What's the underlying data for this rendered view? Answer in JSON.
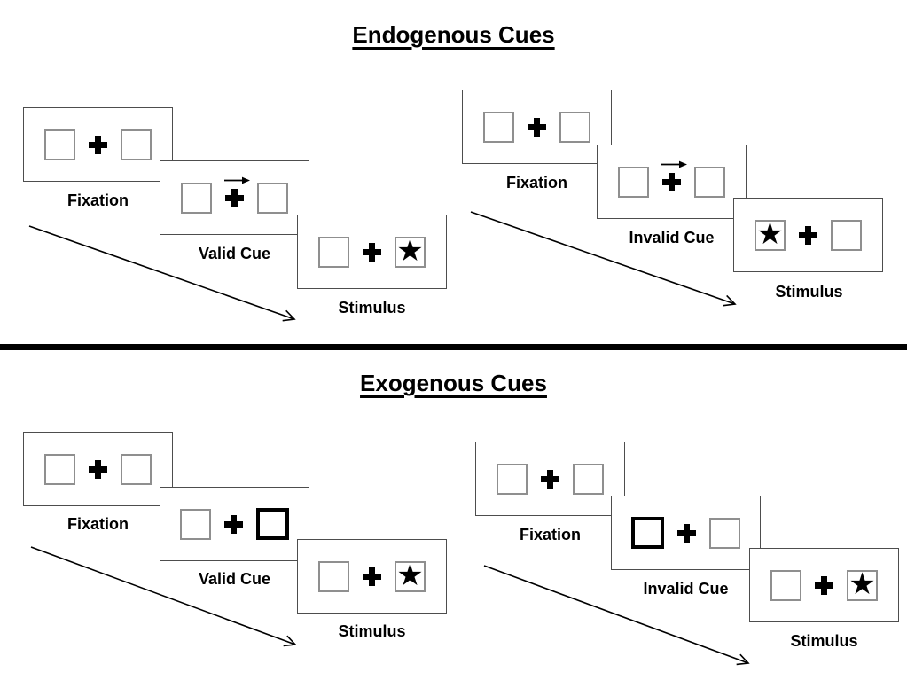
{
  "diagram": {
    "description": "Posner attention cueing task schematic with endogenous and exogenous cue trial sequences"
  },
  "colors": {
    "background": "#ffffff",
    "panel_border": "#4d4d4d",
    "box_border": "#8f8f8f",
    "highlight_box_border": "#000000",
    "ink": "#000000"
  },
  "icons": {
    "star": "★"
  },
  "sections": [
    {
      "title": "Endogenous Cues",
      "groups": [
        {
          "name": "valid",
          "panels": [
            {
              "label": "Fixation",
              "type": "fixation"
            },
            {
              "label": "Valid Cue",
              "type": "arrow-cue",
              "cue": "arrow-right-above-cross"
            },
            {
              "label": "Stimulus",
              "type": "stimulus",
              "star_position": "right"
            }
          ]
        },
        {
          "name": "invalid",
          "panels": [
            {
              "label": "Fixation",
              "type": "fixation"
            },
            {
              "label": "Invalid Cue",
              "type": "arrow-cue",
              "cue": "arrow-right-above-cross"
            },
            {
              "label": "Stimulus",
              "type": "stimulus",
              "star_position": "left"
            }
          ]
        }
      ]
    },
    {
      "title": "Exogenous Cues",
      "groups": [
        {
          "name": "valid",
          "panels": [
            {
              "label": "Fixation",
              "type": "fixation"
            },
            {
              "label": "Valid Cue",
              "type": "box-cue",
              "cue": "right-box-highlighted"
            },
            {
              "label": "Stimulus",
              "type": "stimulus",
              "star_position": "right"
            }
          ]
        },
        {
          "name": "invalid",
          "panels": [
            {
              "label": "Fixation",
              "type": "fixation"
            },
            {
              "label": "Invalid Cue",
              "type": "box-cue",
              "cue": "left-box-highlighted"
            },
            {
              "label": "Stimulus",
              "type": "stimulus",
              "star_position": "right"
            }
          ]
        }
      ]
    }
  ]
}
